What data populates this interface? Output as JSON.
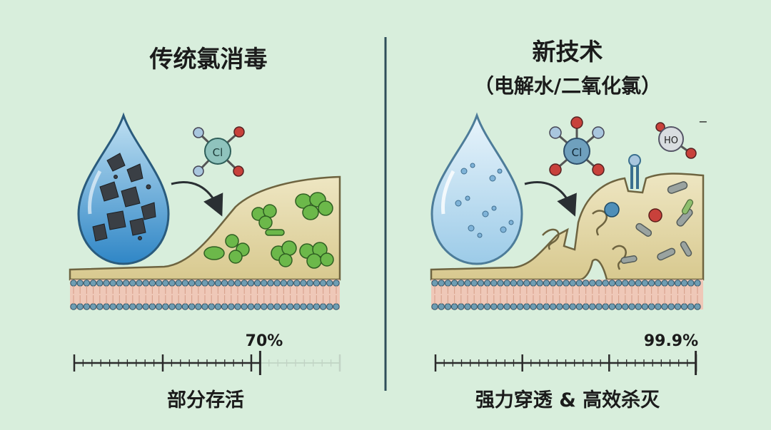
{
  "left": {
    "title": "传统氯消毒",
    "molecule_label": "Cl",
    "percent": "70%",
    "percent_value": 70,
    "caption": "部分存活"
  },
  "right": {
    "title": "新技术",
    "subtitle": "（电解水/二氧化氯）",
    "molecule_label": "Cl",
    "ion_label": "HO",
    "ion_charge": "−",
    "percent": "99.9%",
    "percent_value": 99.9,
    "caption": "强力穿透 & 高效杀灭"
  },
  "colors": {
    "background": "#d8eedc",
    "divider": "#2f4f5a",
    "biofilm": "#e7ddb3",
    "bacteria_live": "#6cb84a",
    "bacteria_dead": "#9aa3a0",
    "chlorine_atom": "#8fc3bd",
    "oxygen_atom": "#c8413b",
    "hydrogen_atom": "#a9c6de"
  }
}
